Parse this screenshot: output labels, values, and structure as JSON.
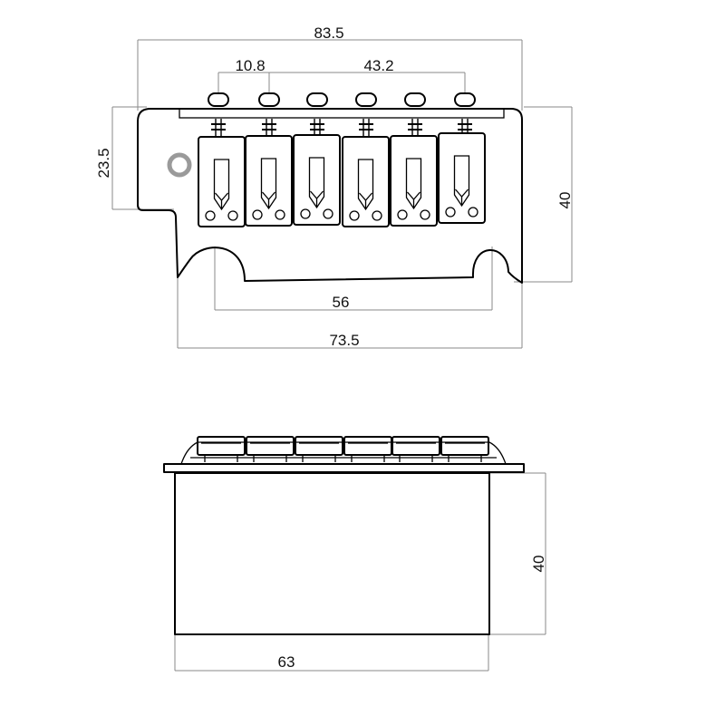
{
  "diagram": {
    "kind": "technical drawing",
    "top_view": {
      "dimensions": {
        "overall_width": "83.5",
        "string_spacing_edge": "10.8",
        "string_spacing_span": "43.2",
        "left_height": "23.5",
        "right_height": "40",
        "cutout_width": "56",
        "bottom_width": "73.5"
      },
      "saddle_count": 6,
      "has_mount_hole": true
    },
    "side_view": {
      "dimensions": {
        "block_height": "40",
        "block_width": "63"
      },
      "saddle_count": 6
    }
  }
}
